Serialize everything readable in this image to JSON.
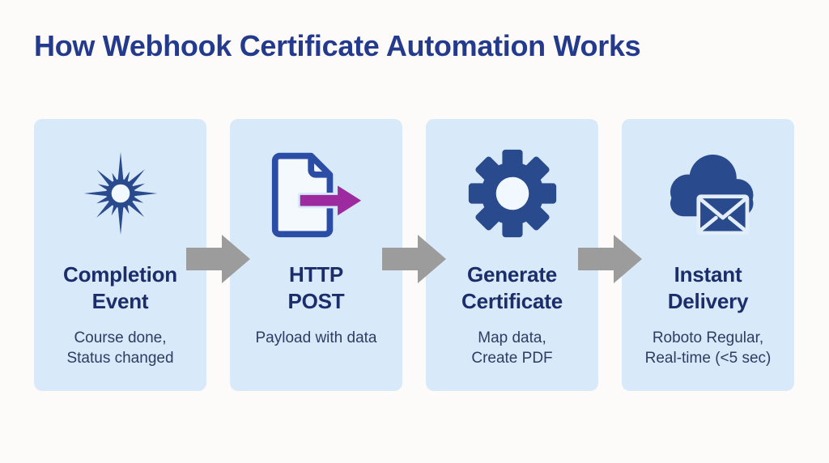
{
  "page": {
    "title": "How Webhook Certificate Automation Works"
  },
  "colors": {
    "background": "#fcfbf9",
    "card_bg": "#d8e9f9",
    "heading": "#243a8c",
    "step_title": "#1b2d6b",
    "step_desc": "#2e3c64",
    "icon_navy": "#2a4a8e",
    "doc_stroke": "#2b4da5",
    "purple": "#9d2b9f",
    "arrow_gray": "#9c9c9c"
  },
  "steps": [
    {
      "icon": "burst-icon",
      "title": "Completion\nEvent",
      "description": "Course done,\nStatus changed"
    },
    {
      "icon": "document-export-icon",
      "title": "HTTP\nPOST",
      "description": "Payload with data"
    },
    {
      "icon": "gear-icon",
      "title": "Generate\nCertificate",
      "description": "Map data,\nCreate PDF"
    },
    {
      "icon": "cloud-mail-icon",
      "title": "Instant\nDelivery",
      "description": "Roboto Regular,\nReal-time (<5 sec)"
    }
  ]
}
